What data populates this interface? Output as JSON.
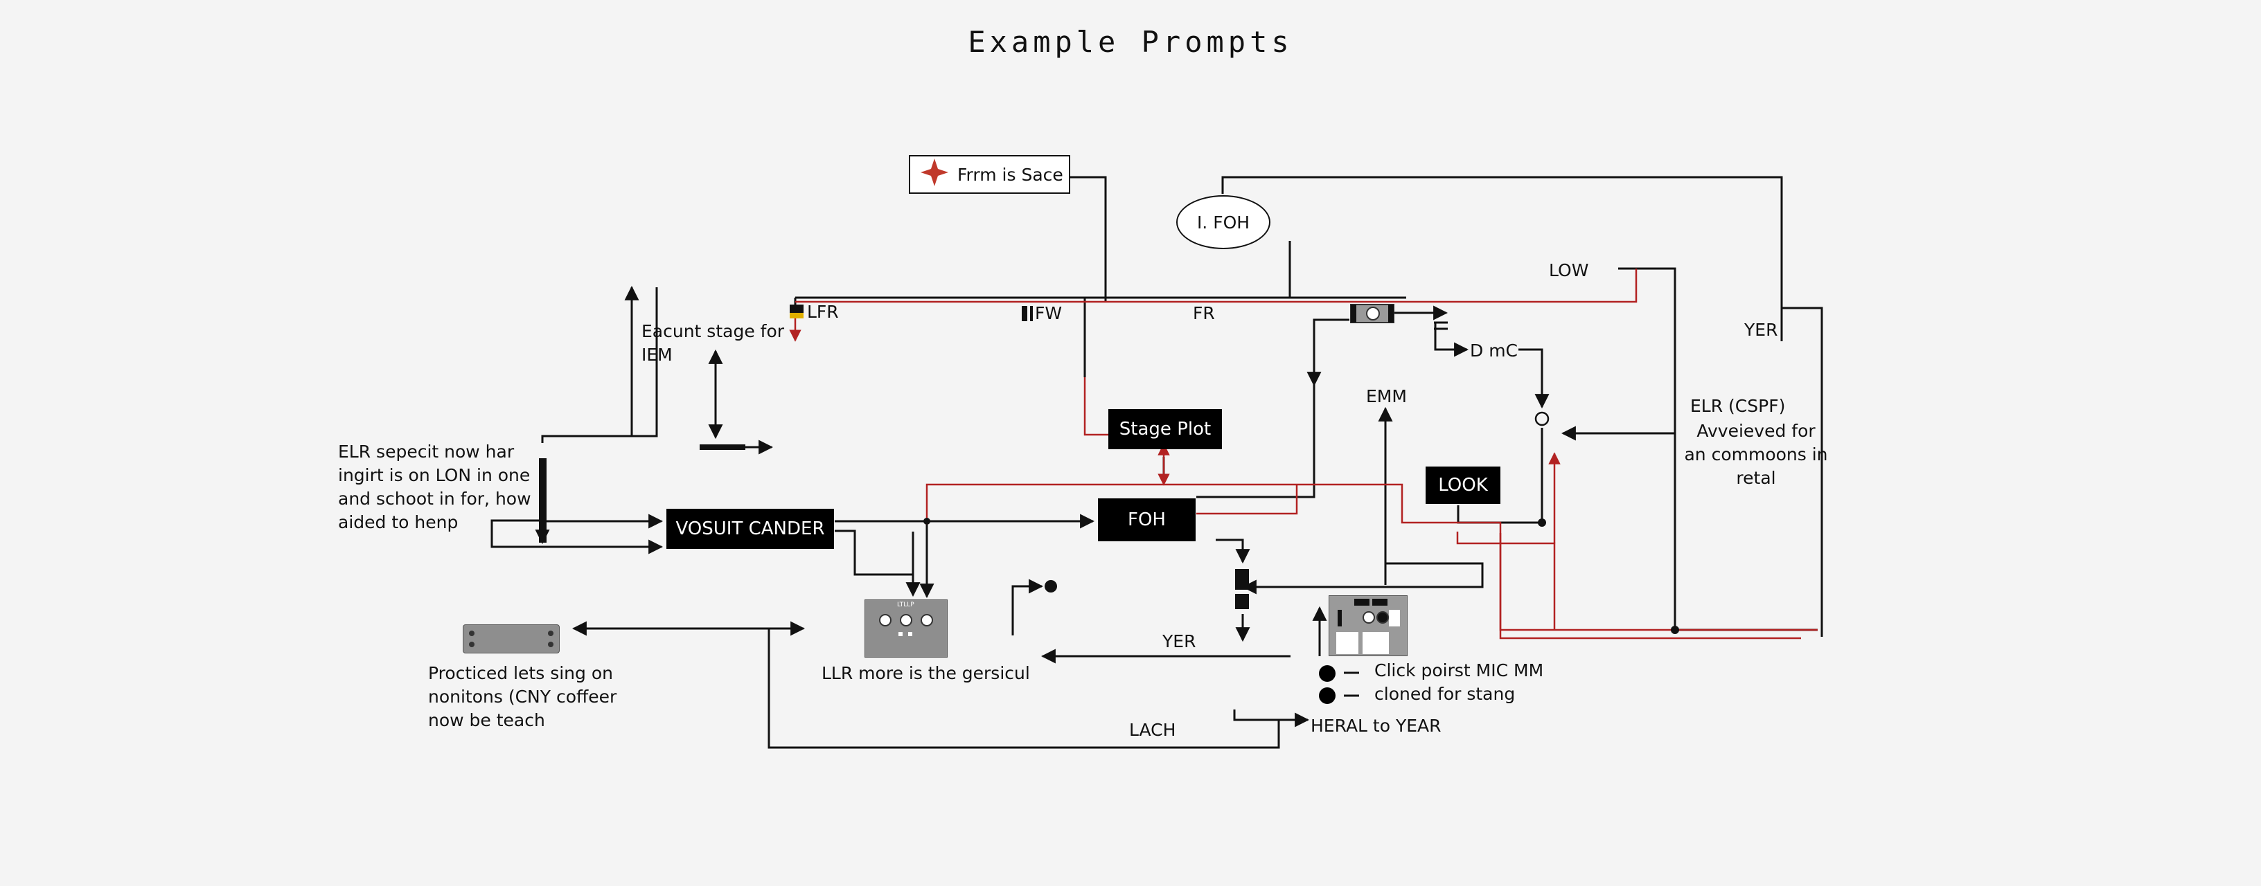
{
  "title": "Example Prompts",
  "nodes": {
    "frrm": "Frrm is Sace",
    "ifoh": "I. FOH",
    "stage_plot": "Stage Plot",
    "vosuit": "VOSUIT CANDER",
    "foh": "FOH",
    "look": "LOOK"
  },
  "labels": {
    "low": "LOW",
    "yer_right": "YER",
    "lfr": "LFR",
    "fw": "FW",
    "fr": "FR",
    "dmc": "D mC",
    "emm": "EMM",
    "elr_cspf": "ELR (CSPF)",
    "avveieved": "Avveieved for an commoons in retal",
    "eacunt": "Eacunt stage for IEM",
    "elr_sepecit": "ELR sepecit now har ingirt is on LON in one and schoot in for, how aided to henp",
    "llr": "LLR more is the gersicul",
    "yer_mid": "YER",
    "procticed": "Procticed lets sing on nonitons (CNY coffeer now be teach",
    "lach": "LACH",
    "heral": "HERAL to YEAR",
    "click": "Click poirst MIC MM",
    "cloned": "cloned for stang",
    "device_tiny": "LTLLP"
  },
  "colors": {
    "accent_red": "#b22222",
    "line": "#111111",
    "box_fill": "#000000",
    "device_fill": "#8e8e8e"
  },
  "icons": {
    "frrm": "four-point-star-icon"
  }
}
